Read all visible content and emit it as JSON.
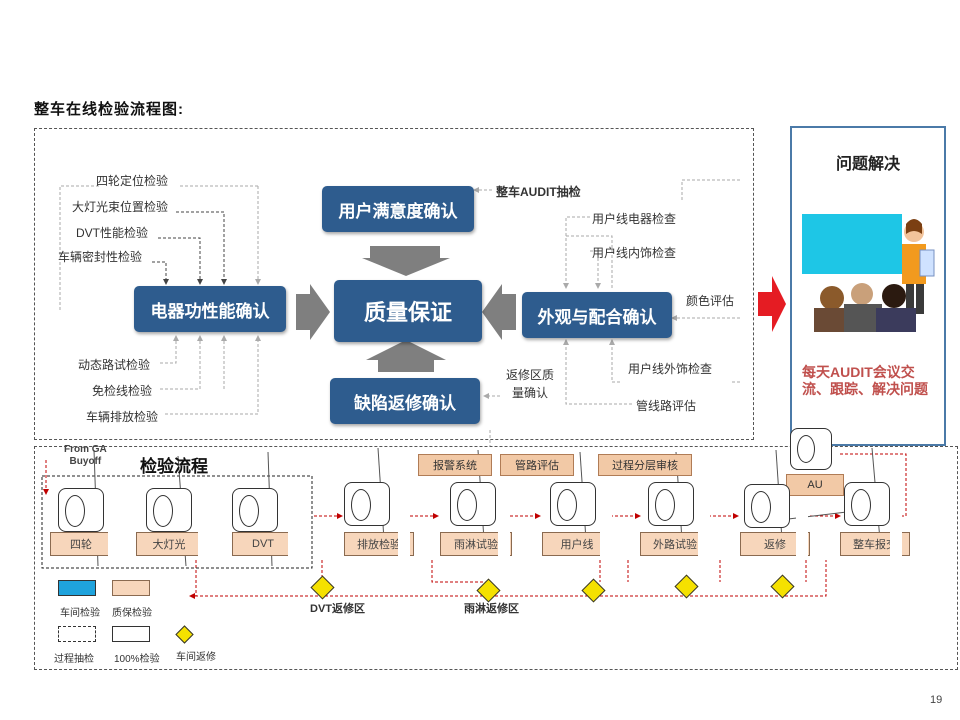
{
  "title": "整车在线检验流程图:",
  "center": {
    "quality": "质量保证"
  },
  "boxes": {
    "satisfaction": "用户满意度确认",
    "electrical": "电器功性能确认",
    "appearance": "外观与配合确认",
    "defect": "缺陷返修确认"
  },
  "electrical_inputs_top": [
    "四轮定位检验",
    "大灯光束位置检验",
    "DVT性能检验",
    "车辆密封性检验"
  ],
  "electrical_inputs_bottom": [
    "动态路试检验",
    "免检线检验",
    "车辆排放检验"
  ],
  "satisfaction_input": "整车AUDIT抽检",
  "appearance_inputs_top": [
    "用户线电器检查",
    "用户线内饰检查"
  ],
  "appearance_input_side": "颜色评估",
  "appearance_inputs_bottom": [
    "用户线外饰检查",
    "管线路评估"
  ],
  "defect_input": [
    "返修区质",
    "量确认"
  ],
  "problem": {
    "title": "问题解决",
    "text": "每天AUDIT会议交流、跟踪、解决问题"
  },
  "lower": {
    "title": "检验流程",
    "from_ga": [
      "From GA",
      "Buyoff"
    ],
    "top_tags": [
      "报警系统",
      "管路评估",
      "过程分层审核"
    ],
    "stations": [
      "四轮",
      "大灯光",
      "DVT",
      "排放检验",
      "雨淋试验",
      "用户线",
      "外路试验",
      "返修",
      "整车报交"
    ],
    "audit_label": "AU",
    "repair_areas": [
      "DVT返修区",
      "雨淋返修区"
    ]
  },
  "legend": {
    "workshop": "车间检验",
    "quality": "质保检验",
    "process": "过程抽检",
    "full": "100%检验",
    "repair": "车间返修"
  },
  "colors": {
    "box_blue": "#2e5c8e",
    "arrow_gray": "#7f7f7f",
    "problem_red": "#c0504d",
    "station_fill": "#f7d6bb",
    "legend_blue": "#1fa3dd",
    "diamond_yellow": "#f5e100",
    "flow_red": "#c00000"
  },
  "page_number": "19"
}
